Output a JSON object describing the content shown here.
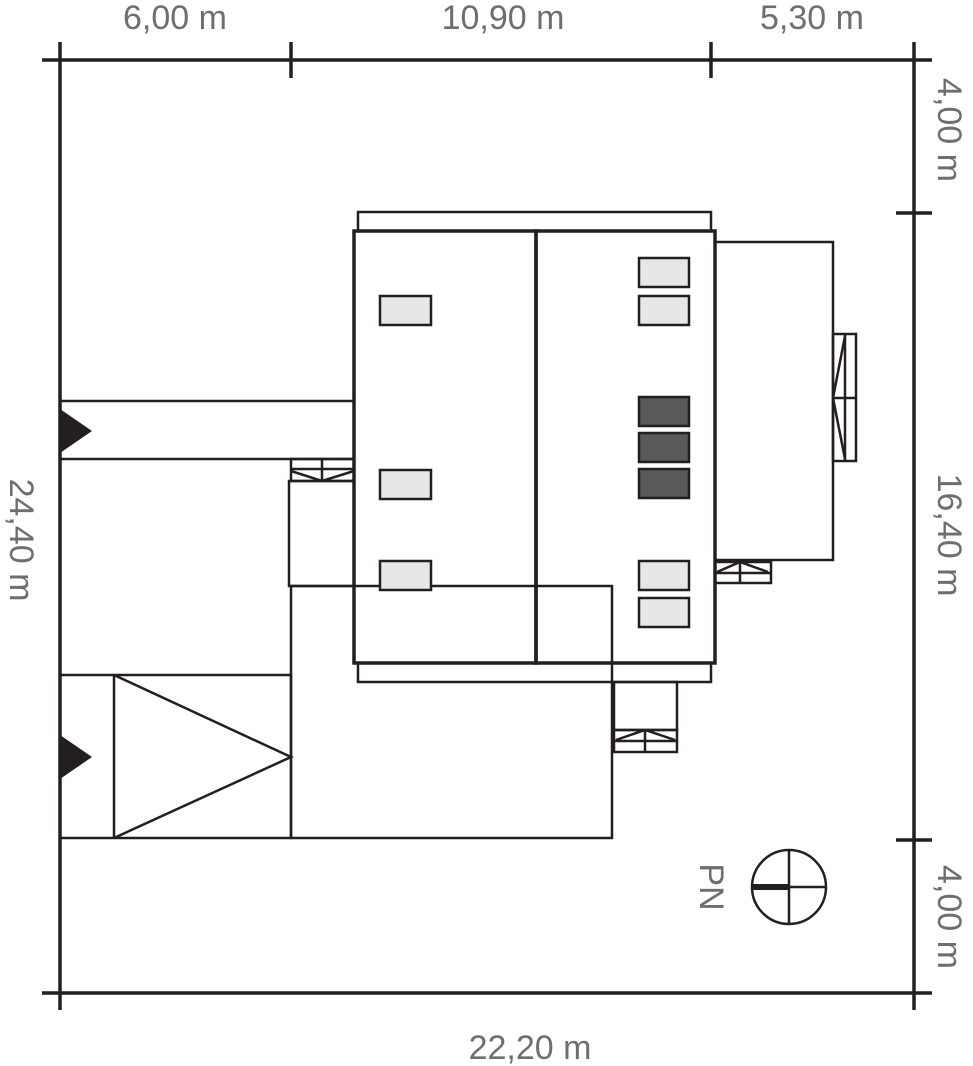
{
  "dimensions": {
    "top": [
      "6,00 m",
      "10,90 m",
      "5,30 m"
    ],
    "bottom": "22,20 m",
    "left": "24,40 m",
    "right": [
      "4,00 m",
      "16,40 m",
      "4,00 m"
    ]
  },
  "compass": {
    "label": "PN"
  },
  "colors": {
    "roof_light": "#a7a9ac",
    "roof_dark": "#6d6e71",
    "eave": "#bcbec0",
    "window_light": "#e6e7e8",
    "window_dark": "#58595b",
    "line": "#231f20",
    "text": "#6d6e71"
  }
}
